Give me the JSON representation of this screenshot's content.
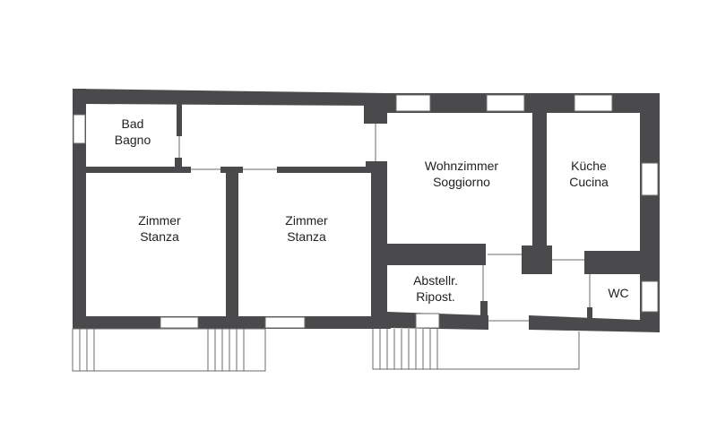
{
  "rooms": {
    "bad": {
      "line1": "Bad",
      "line2": "Bagno"
    },
    "zimmer_left": {
      "line1": "Zimmer",
      "line2": "Stanza"
    },
    "zimmer_right": {
      "line1": "Zimmer",
      "line2": "Stanza"
    },
    "wohnzimmer": {
      "line1": "Wohnzimmer",
      "line2": "Soggiorno"
    },
    "kueche": {
      "line1": "Küche",
      "line2": "Cucina"
    },
    "abstell": {
      "line1": "Abstellr.",
      "line2": "Ripost."
    },
    "wc": {
      "line1": "WC"
    }
  },
  "colors": {
    "wall": "#4a4a4d",
    "line": "#6b6b6b",
    "background": "#ffffff"
  }
}
